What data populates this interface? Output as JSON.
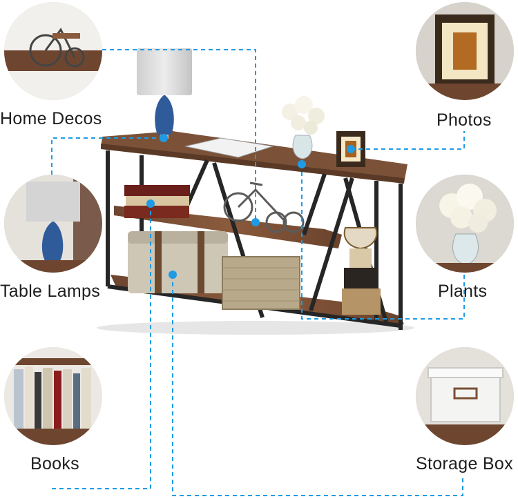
{
  "labels": {
    "home_decos": "Home Decos",
    "photos": "Photos",
    "table_lamps": "Table Lamps",
    "plants": "Plants",
    "books": "Books",
    "storage_box": "Storage Box"
  },
  "colors": {
    "connector": "#1e9be4",
    "wood": "#7a4f34",
    "metal": "#2b2b2b"
  }
}
